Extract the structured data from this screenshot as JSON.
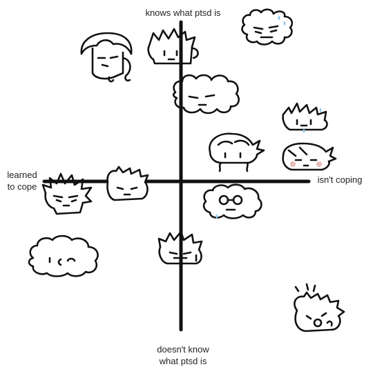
{
  "axis_labels": {
    "top": "knows what ptsd is",
    "left_line1": "learned",
    "left_line2": "to cope",
    "right": "isn't coping",
    "bottom_line1": "doesn't know",
    "bottom_line2": "what ptsd is"
  },
  "colors": {
    "ink": "#111111",
    "sweat": "#8ec9ee",
    "blush": "#e8b9b9"
  }
}
